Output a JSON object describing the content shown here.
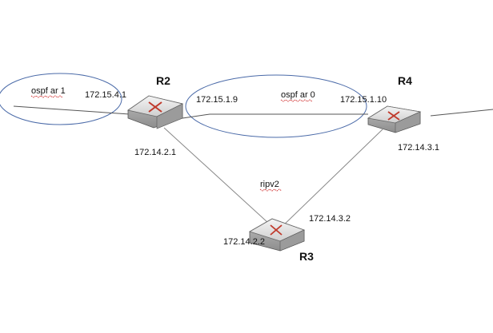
{
  "routers": {
    "r2": {
      "name": "R2"
    },
    "r3": {
      "name": "R3"
    },
    "r4": {
      "name": "R4"
    }
  },
  "areas": {
    "area1": "ospf ar 1",
    "area0": "ospf ar 0"
  },
  "links": {
    "r3_protocol": "ripv2"
  },
  "interfaces": {
    "r2_area1": "172.15.4.1",
    "r2_area0": "172.15.1.9",
    "r4_area0": "172.15.1.10",
    "r2_to_r3": "172.14.2.1",
    "r4_to_r3": "172.14.3.1",
    "r3_to_r4": "172.14.3.2",
    "r3_to_r2": "172.14.2.2"
  },
  "colors": {
    "ellipse": "#4a6aa8",
    "link": "#777777",
    "router_body": "#c8c8c8",
    "router_top": "#e9e9e9",
    "router_x": "#c0392b"
  }
}
